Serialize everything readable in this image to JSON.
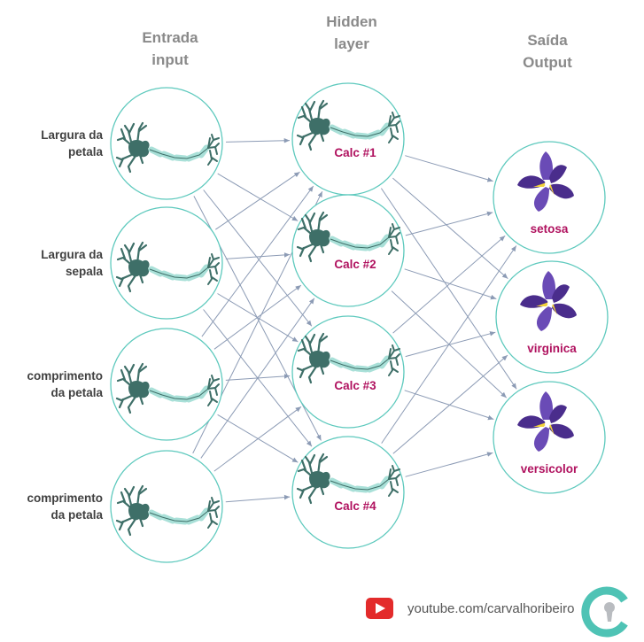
{
  "titles": {
    "input": [
      "Entrada",
      "input"
    ],
    "hidden": [
      "Hidden",
      "layer"
    ],
    "output": [
      "Saída",
      "Output"
    ]
  },
  "inputs": [
    [
      "Largura da",
      "petala"
    ],
    [
      "Largura da",
      "sepala"
    ],
    [
      "comprimento",
      "da petala"
    ],
    [
      "comprimento",
      "da petala"
    ]
  ],
  "hidden": [
    "Calc #1",
    "Calc #2",
    "Calc #3",
    "Calc #4"
  ],
  "outputs": [
    "setosa",
    "virginica",
    "versicolor"
  ],
  "footer": {
    "channel": "youtube.com/carvalhoribeiro"
  },
  "icons": {
    "neuron": "neuron-icon",
    "flower": "iris-flower-icon",
    "youtube": "youtube-icon",
    "logo": "carvalho-ribeiro-logo"
  },
  "colors": {
    "node_border": "#5dc9bd",
    "neuron": "#3e6f68",
    "axon": "#a9e0d8",
    "label_accent": "#b0125f",
    "edge": "#8c9bb5",
    "title": "#8a8a8a",
    "youtube": "#e32b2b",
    "logo": "#4fc3b5"
  }
}
